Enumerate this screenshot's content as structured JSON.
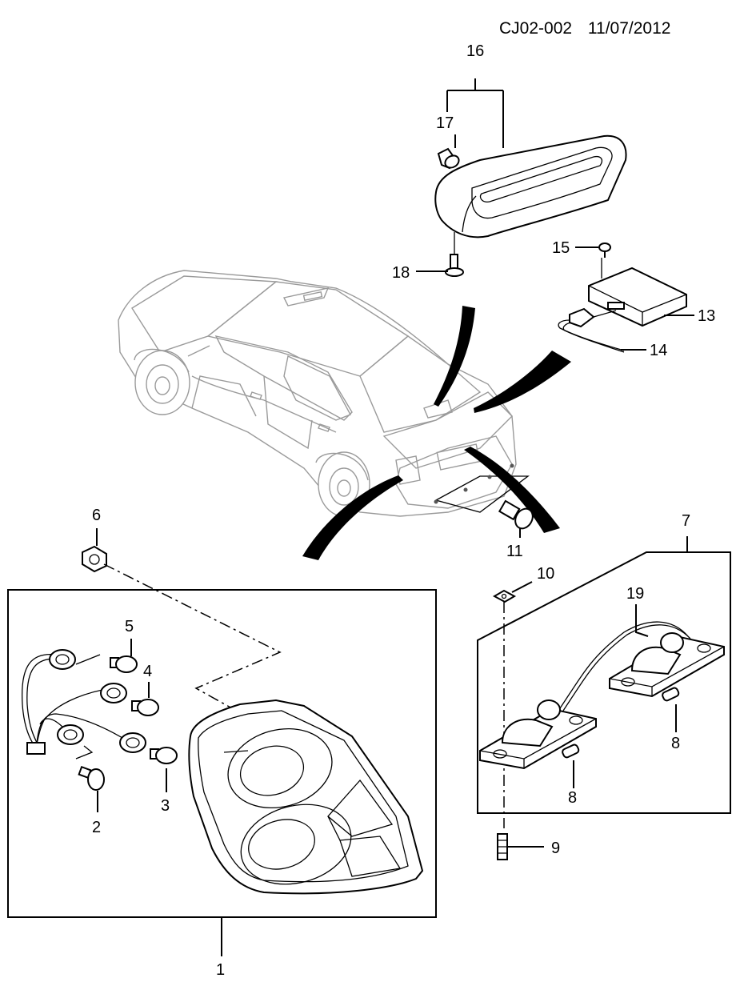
{
  "header": {
    "drawing_code": "CJ02-002",
    "date": "11/07/2012"
  },
  "callouts": {
    "c1": "1",
    "c2": "2",
    "c3": "3",
    "c4": "4",
    "c5": "5",
    "c6": "6",
    "c7": "7",
    "c8a": "8",
    "c8b": "8",
    "c9": "9",
    "c10": "10",
    "c11": "11",
    "c13": "13",
    "c14": "14",
    "c15": "15",
    "c16": "16",
    "c17": "17",
    "c18": "18",
    "c19": "19"
  }
}
